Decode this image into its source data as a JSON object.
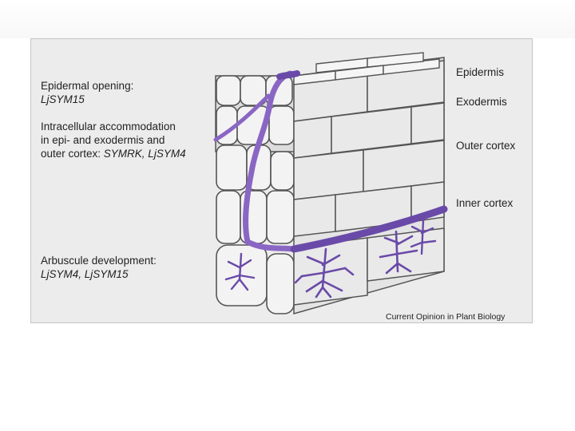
{
  "figure": {
    "captions": [
      {
        "title": "Epidermal opening:",
        "genes": "LjSYM15"
      },
      {
        "title": "Intracellular accommodation",
        "title2": "in epi- and exodermis and",
        "title3": "outer cortex: ",
        "genes": "SYMRK, LjSYM4"
      },
      {
        "title": "Arbuscule development:",
        "genes": "LjSYM4, LjSYM15"
      }
    ],
    "layer_labels": [
      "Epidermis",
      "Exodermis",
      "Outer cortex",
      "Inner cortex"
    ],
    "credit": "Current Opinion in Plant Biology"
  },
  "colors": {
    "cell_fill": "#f3f3f3",
    "cell_side": "#d4d4d4",
    "cell_outline": "#555555",
    "fungus": "#8a66c4",
    "fungus_dark": "#6a4aa8",
    "panel_bg": "#ececec"
  }
}
